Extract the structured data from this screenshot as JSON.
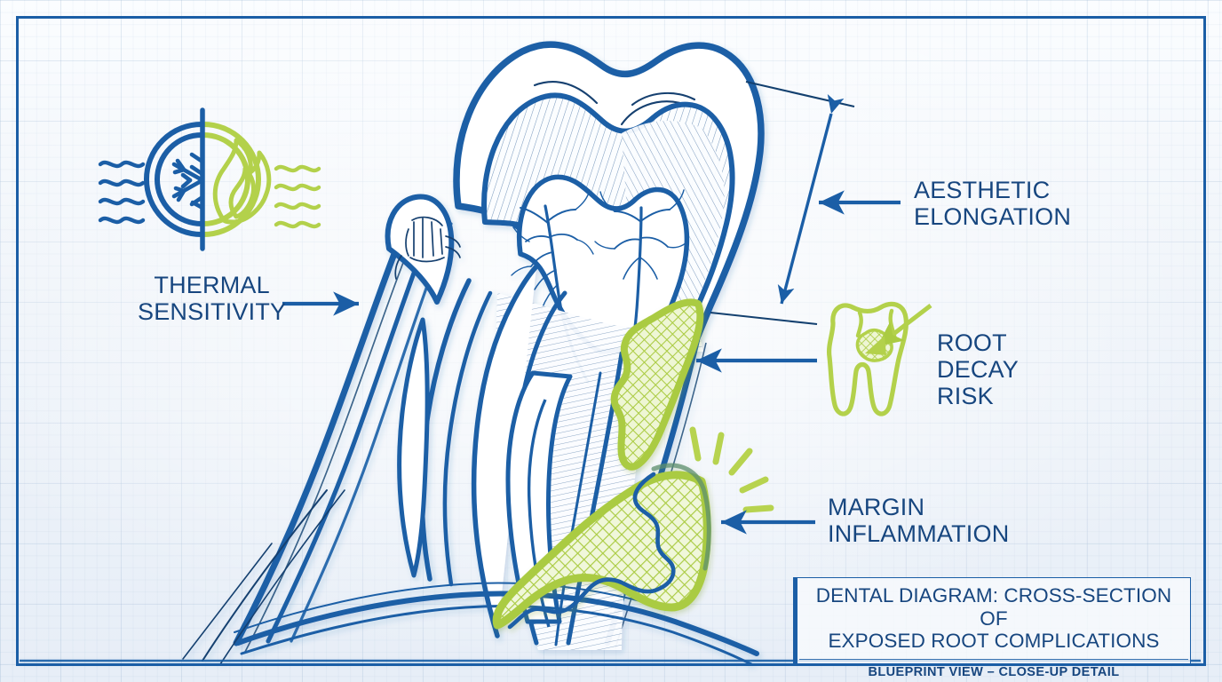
{
  "document": {
    "kind": "dental-blueprint-diagram",
    "frame_color": "#1b5ea6",
    "background": "#f2f6fb"
  },
  "palette": {
    "blue_line": "#1b5ea6",
    "blue_dark": "#13406f",
    "blue_text": "#17467f",
    "green": "#aacb42",
    "green_light": "#e6f0c0",
    "green_mesh": "#b9d65c",
    "paper": "#f4f7fb",
    "grid": "#789bc3"
  },
  "callouts": [
    {
      "id": "thermal-sensitivity",
      "label": "THERMAL\nSENSITIVITY",
      "icon": "thermal-split-snowflake-flame-icon",
      "arrow": "right",
      "points_to": "exposed-root-surface"
    },
    {
      "id": "aesthetic-elongation",
      "label": "AESTHETIC\nELONGATION",
      "icon": "dimension-double-arrow",
      "arrow": "left",
      "points_to": "crown-height-dimension"
    },
    {
      "id": "root-decay-risk",
      "label": "ROOT\nDECAY\nRISK",
      "icon": "tooth-with-cavity-icon",
      "arrow": "left",
      "points_to": "root-caries-lesion"
    },
    {
      "id": "margin-inflammation",
      "label": "MARGIN\nINFLAMMATION",
      "icon": "inflammation-burst-icon",
      "arrow": "left",
      "points_to": "inflamed-gingival-margin"
    }
  ],
  "title_block": {
    "main": "DENTAL DIAGRAM: CROSS-SECTION OF\nEXPOSED ROOT COMPLICATIONS",
    "subtitle": "BLUEPRINT VIEW – CLOSE-UP DETAIL"
  },
  "anatomy": {
    "structures": [
      "enamel-outline",
      "dentin-hatching",
      "pulp-chamber",
      "nerve-branches",
      "root-canal",
      "periodontal-ligament",
      "alveolar-bone",
      "gingival-margin",
      "exposed-root-surface"
    ]
  }
}
